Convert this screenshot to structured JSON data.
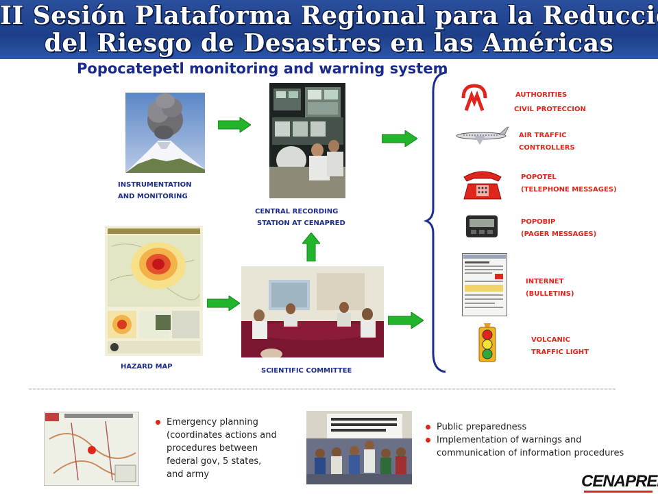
{
  "banner": {
    "line1": "II Sesión Plataforma Regional para la Reducción",
    "line2": "del Riesgo de Desastres en las Américas"
  },
  "title": "Popocatepetl monitoring and warning system",
  "sources": {
    "instrumentation": [
      "INSTRUMENTATION",
      "AND MONITORING"
    ],
    "central": [
      "CENTRAL RECORDING",
      "STATION AT CENAPRED"
    ],
    "hazard": "HAZARD MAP",
    "committee": "SCIENTIFIC COMMITTEE"
  },
  "outputs": {
    "authorities": [
      "AUTHORITIES",
      "CIVIL PROTECCION"
    ],
    "air": [
      "AIR TRAFFIC",
      "CONTROLLERS"
    ],
    "popotel": [
      "POPOTEL",
      "(TELEPHONE MESSAGES)"
    ],
    "popobip": [
      "POPOBIP",
      "(PAGER MESSAGES)"
    ],
    "internet": [
      "INTERNET",
      "(BULLETINS)"
    ],
    "traffic": [
      "VOLCANIC",
      "TRAFFIC LIGHT"
    ]
  },
  "bottom_left": [
    "Emergency planning",
    "(coordinates actions and",
    "procedures between",
    "federal gov,  5 states,",
    "and army"
  ],
  "bottom_right": [
    "Public preparedness",
    "Implementation of warnings and",
    "communication of information procedures"
  ],
  "logo": "CENAPRED",
  "colors": {
    "banner": "#1d3f8a",
    "title": "#1a2a8a",
    "caption": "#1c2c8c",
    "accent": "#e0261b",
    "arrow": "#22b42a"
  }
}
